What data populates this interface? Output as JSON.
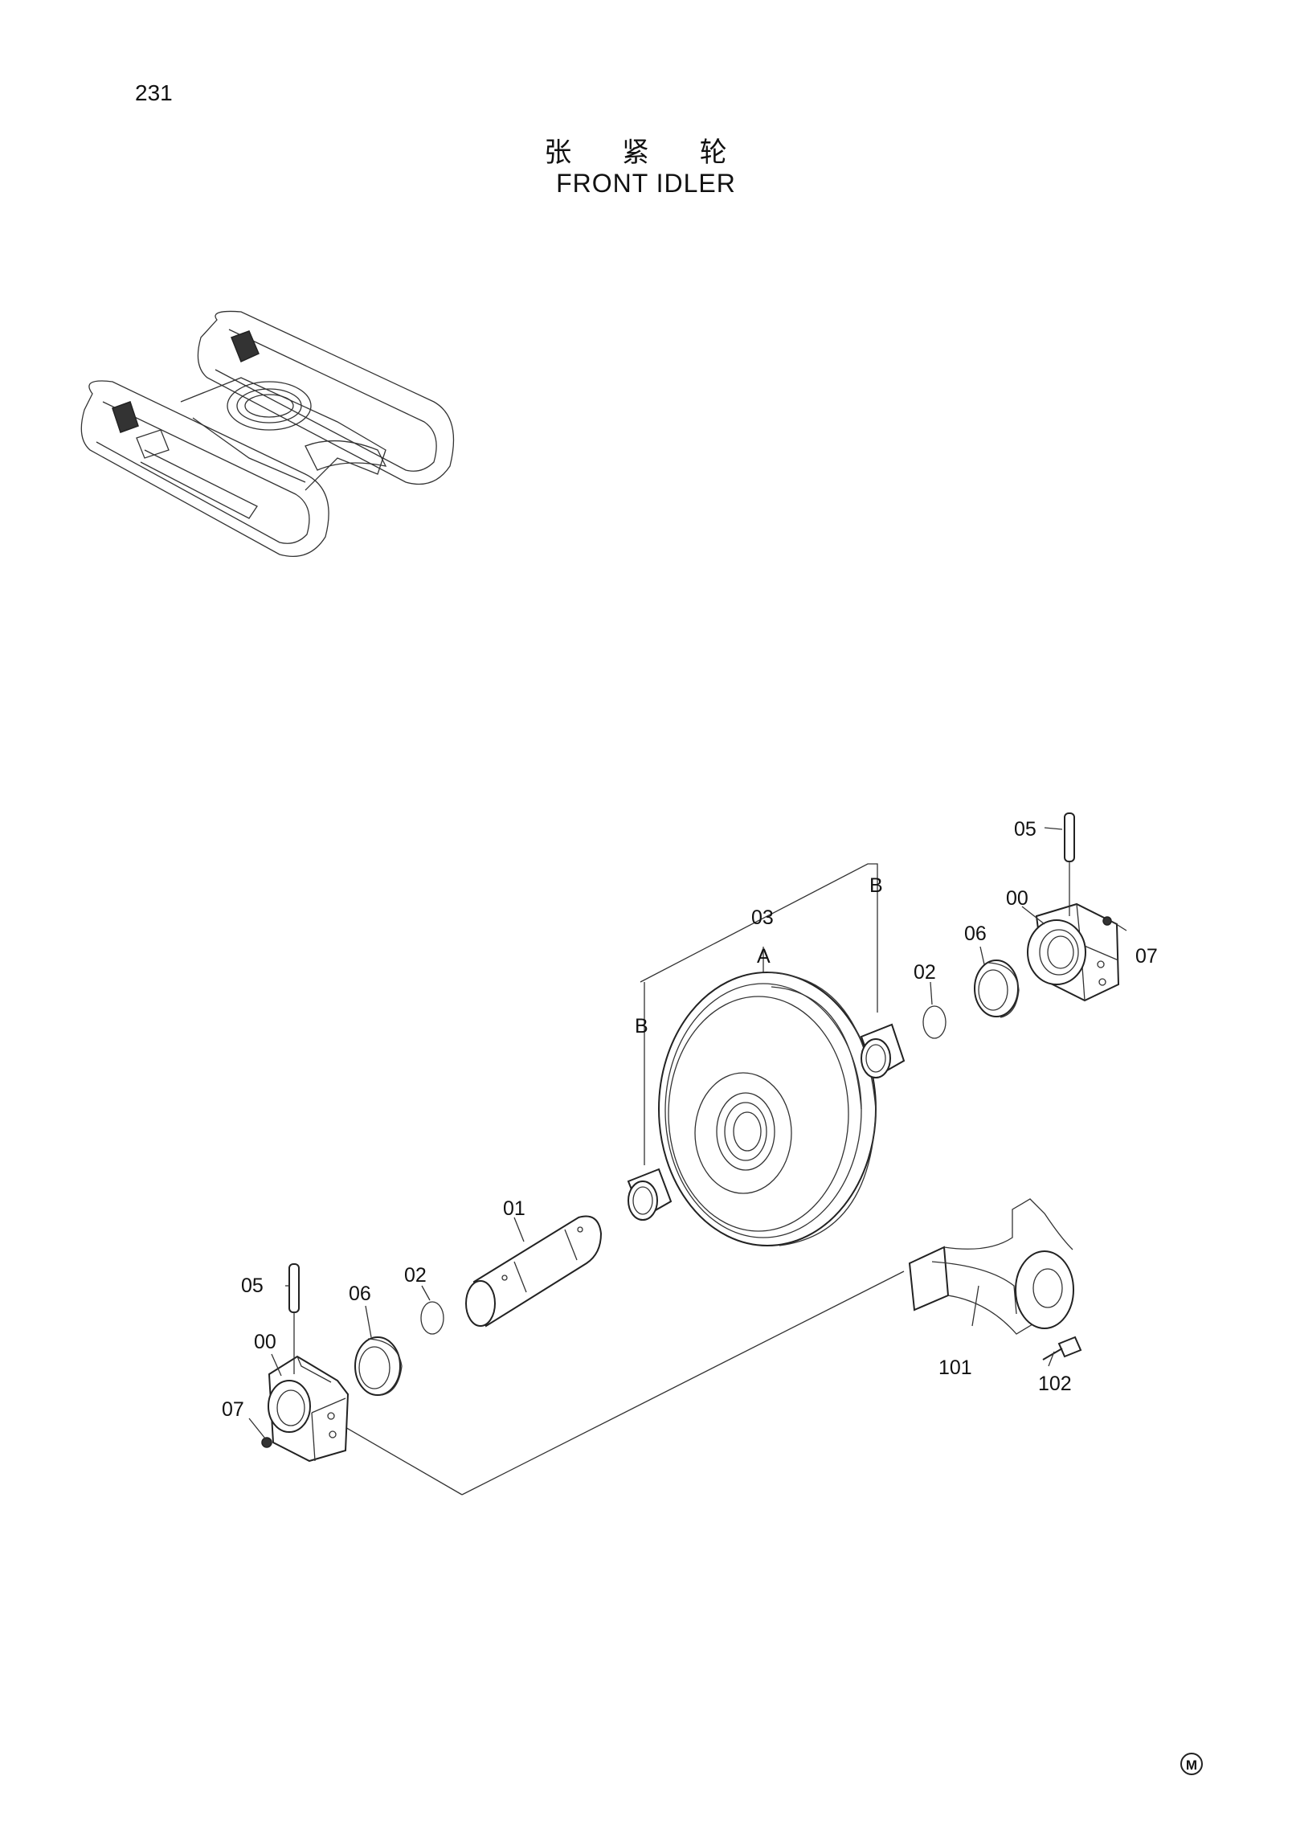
{
  "page_number": "231",
  "title_cn": "张 紧 轮",
  "title_en": "FRONT IDLER",
  "labels": {
    "p01": "01",
    "p02_left": "02",
    "p02_right": "02",
    "p03": "03",
    "p00_left": "00",
    "p00_right": "00",
    "p05_left": "05",
    "p05_right": "05",
    "p06_left": "06",
    "p06_right": "06",
    "p07_left": "07",
    "p07_right": "07",
    "p101": "101",
    "p102": "102",
    "ref_a": "A",
    "ref_b_left": "B",
    "ref_b_right": "B"
  },
  "corner_mark": "M"
}
